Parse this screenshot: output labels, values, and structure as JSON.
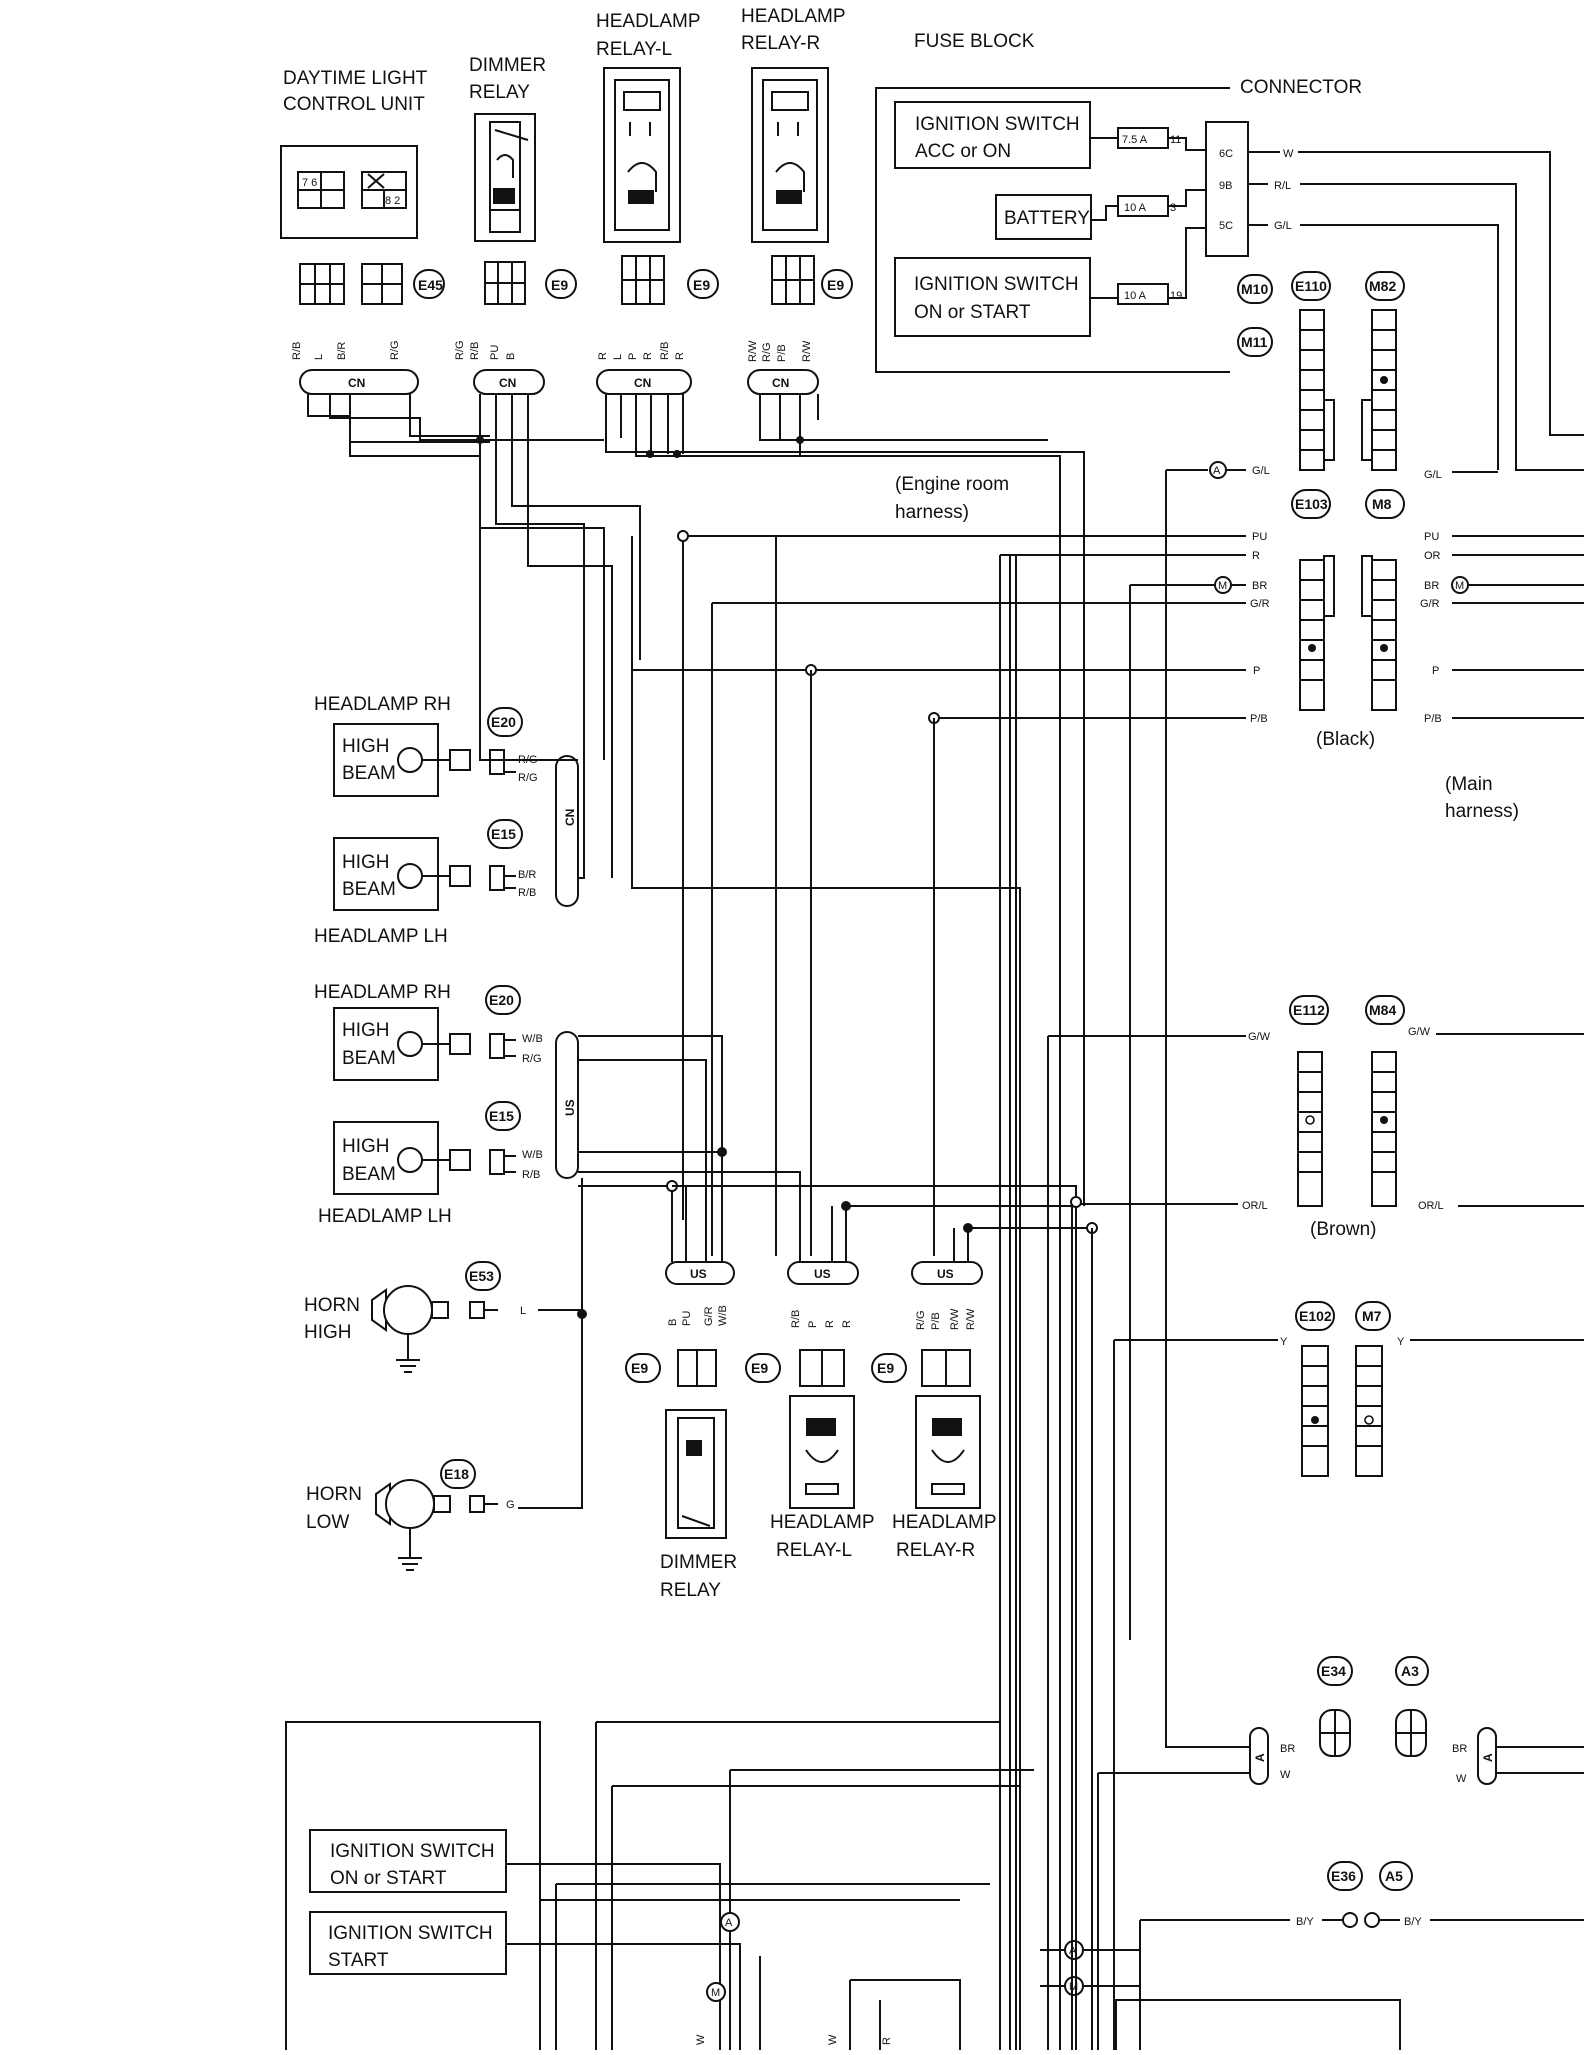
{
  "labels": {
    "daytime_light_unit": [
      "DAYTIME LIGHT",
      "CONTROL UNIT"
    ],
    "dimmer_relay_top": [
      "DIMMER",
      "RELAY"
    ],
    "headlamp_relay_l_top": [
      "HEADLAMP",
      "RELAY-L"
    ],
    "headlamp_relay_r_top": [
      "HEADLAMP",
      "RELAY-R"
    ],
    "fuse_block": "FUSE BLOCK",
    "connector": "CONNECTOR",
    "ign_acc_on": [
      "IGNITION SWITCH",
      "ACC or ON"
    ],
    "battery": "BATTERY",
    "ign_on_start": [
      "IGNITION SWITCH",
      "ON or START"
    ],
    "fuse_7_5": "7.5 A",
    "fuse_10a_3": "10 A",
    "fuse_10a_19": "10 A",
    "fuse_pin_11": "11",
    "fuse_pin_3": "3",
    "fuse_pin_19": "19",
    "conn_6c": "6C",
    "conn_9b": "9B",
    "conn_5c": "5C",
    "engine_room_harness": [
      "(Engine room",
      "harness)"
    ],
    "main_harness": [
      "(Main",
      "harness)"
    ],
    "black": "(Black)",
    "brown": "(Brown)",
    "headlamp_rh": "HEADLAMP RH",
    "headlamp_lh": "HEADLAMP LH",
    "high_beam": [
      "HIGH",
      "BEAM"
    ],
    "horn_high": [
      "HORN",
      "HIGH"
    ],
    "horn_low": [
      "HORN",
      "LOW"
    ],
    "dimmer_relay_bottom": [
      "DIMMER",
      "RELAY"
    ],
    "headlamp_relay_l_bottom": [
      "HEADLAMP",
      "RELAY-L"
    ],
    "headlamp_relay_r_bottom": [
      "HEADLAMP",
      "RELAY-R"
    ],
    "ign_on_start_lower": [
      "IGNITION SWITCH",
      "ON or START"
    ],
    "ign_start": [
      "IGNITION SWITCH",
      "START"
    ],
    "cn": "CN",
    "us": "US",
    "relay_pins_7_6": "7 6",
    "relay_pins_8_2": "8 2"
  },
  "connector_tags": {
    "e45": "E45",
    "e9": "E9",
    "e20": "E20",
    "e15": "E15",
    "e53": "E53",
    "e18": "E18",
    "m10": "M10",
    "m11": "M11",
    "e110": "E110",
    "m82": "M82",
    "e103": "E103",
    "m8": "M8",
    "e112": "E112",
    "m84": "M84",
    "e102": "E102",
    "m7": "M7",
    "e34": "E34",
    "a3": "A3",
    "e36": "E36",
    "a5": "A5"
  },
  "wire_colors": {
    "w": "W",
    "r_l": "R/L",
    "g_l": "G/L",
    "pu": "PU",
    "r": "R",
    "or": "OR",
    "br": "BR",
    "g_r": "G/R",
    "p": "P",
    "p_b": "P/B",
    "r_g": "R/G",
    "b_r": "B/R",
    "r_b": "R/B",
    "w_b": "W/B",
    "g_w": "G/W",
    "or_l": "OR/L",
    "y": "Y",
    "b_y": "B/Y",
    "l": "L",
    "g": "G",
    "b": "B",
    "r_w": "R/W",
    "a_marker": "A",
    "m_marker": "M"
  }
}
